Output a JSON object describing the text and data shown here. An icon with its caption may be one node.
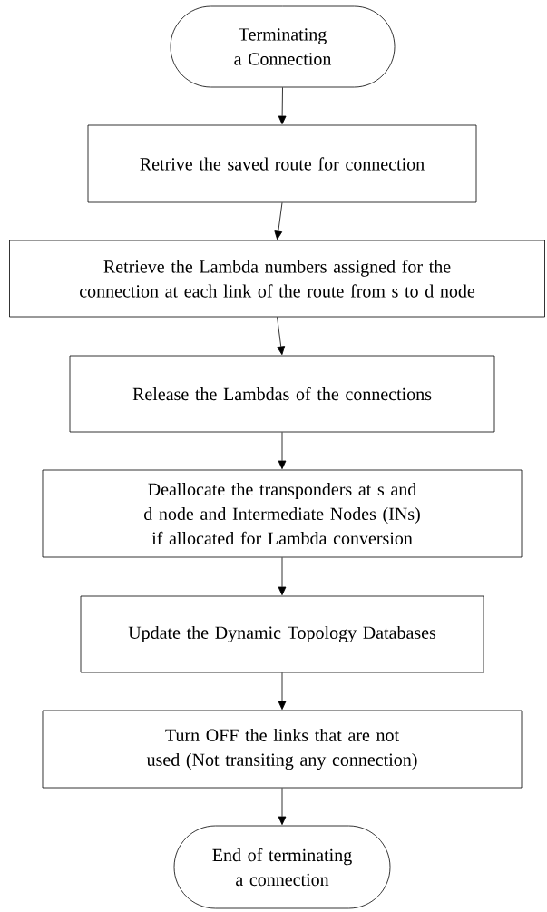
{
  "diagram": {
    "nodes": [
      {
        "text": [
          "Terminating a Connection"
        ]
      },
      {
        "text": [
          "Retrive the saved route for connection"
        ]
      },
      {
        "text": [
          "Retrieve the Lambda numbers assigned for the connection at each link of the route from s to d node"
        ]
      },
      {
        "text": [
          "Release the Lambdas of the connections"
        ]
      },
      {
        "text": [
          "Deallocate the transponders at s and d node and Intermediate Nodes (INs) if allocated for Lambda conversion"
        ]
      },
      {
        "text": [
          "Update the Dynamic Topology Databases"
        ]
      },
      {
        "text": [
          "Turn OFF the links that are not used (Not transiting any connection)"
        ]
      },
      {
        "text": [
          "End of terminating a connection"
        ]
      }
    ],
    "edges": [
      {
        "from": 0,
        "to": 1,
        "arrow": "to"
      },
      {
        "from": 1,
        "to": 2,
        "arrow": "to"
      },
      {
        "from": 2,
        "to": 3,
        "arrow": "to"
      },
      {
        "from": 3,
        "to": 4,
        "arrow": "to"
      },
      {
        "from": 4,
        "to": 5,
        "arrow": "to"
      },
      {
        "from": 5,
        "to": 6,
        "arrow": "to"
      },
      {
        "from": 6,
        "to": 7,
        "arrow": "to"
      }
    ]
  }
}
